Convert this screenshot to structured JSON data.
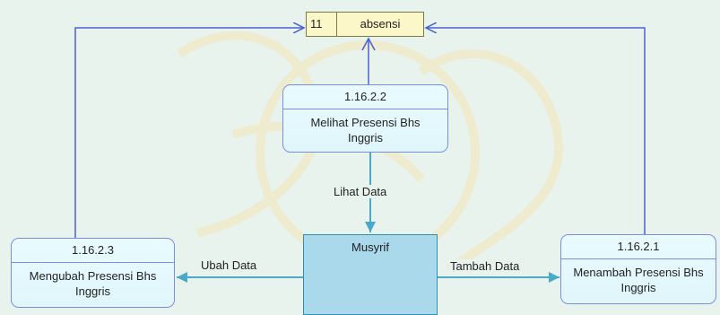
{
  "data_store": {
    "id": "11",
    "name": "absensi"
  },
  "processes": {
    "p1": {
      "id": "1.16.2.2",
      "name": "Melihat Presensi Bhs Inggris"
    },
    "p2": {
      "id": "1.16.2.3",
      "name": "Mengubah Presensi Bhs Inggris"
    },
    "p3": {
      "id": "1.16.2.1",
      "name": "Menambah Presensi Bhs Inggris"
    }
  },
  "entity": {
    "name": "Musyrif"
  },
  "flows": {
    "lihat": "Lihat Data",
    "ubah": "Ubah Data",
    "tambah": "Tambah Data"
  },
  "colors": {
    "store_line": "#4a5fd6",
    "entity_line": "#4aa8c8",
    "background": "#e8f3ed"
  }
}
